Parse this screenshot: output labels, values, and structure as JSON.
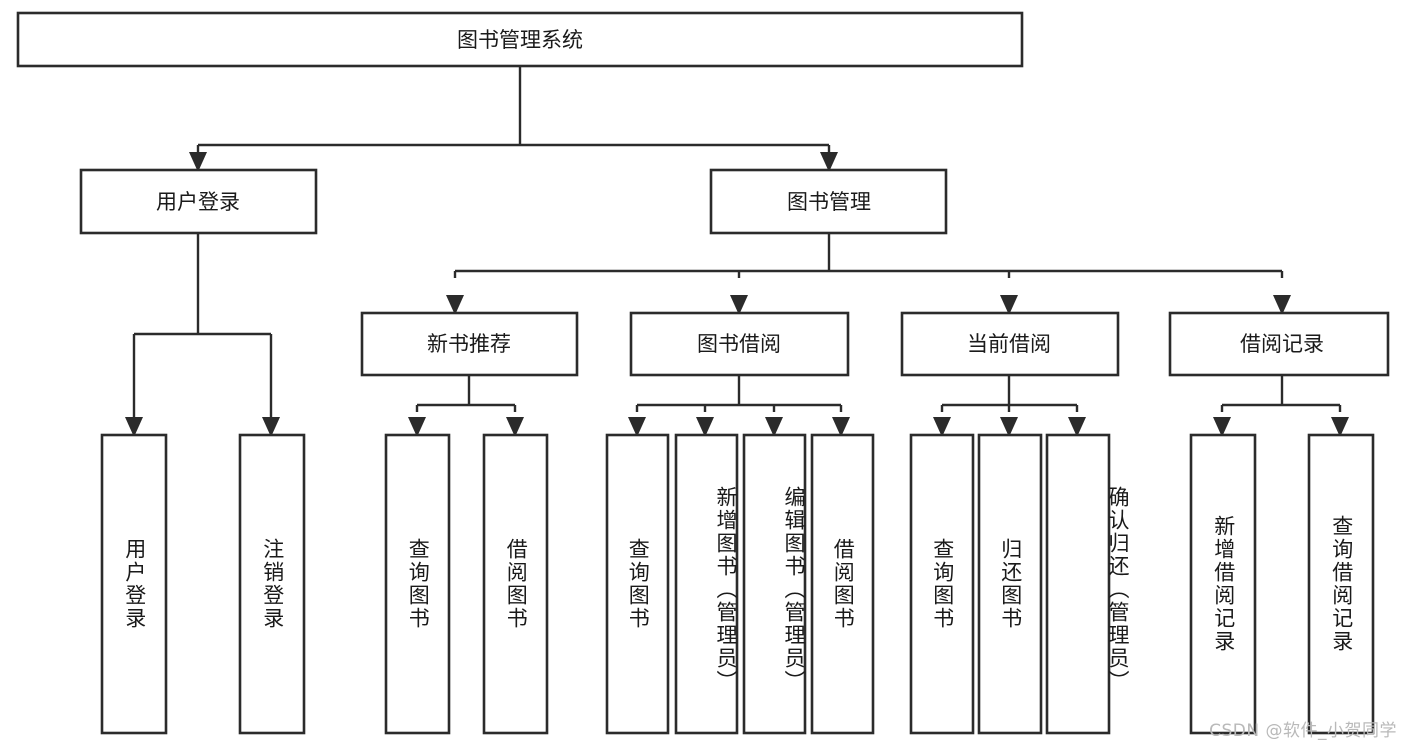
{
  "diagram": {
    "title": "图书管理系统",
    "type": "tree-hierarchy",
    "root": {
      "id": "root",
      "label": "图书管理系统",
      "orientation": "horizontal"
    },
    "level2": [
      {
        "id": "user-login",
        "label": "用户登录",
        "orientation": "horizontal"
      },
      {
        "id": "book-manage",
        "label": "图书管理",
        "orientation": "horizontal"
      }
    ],
    "level3": [
      {
        "id": "new-book-recommend",
        "label": "新书推荐",
        "orientation": "horizontal",
        "parent": "book-manage"
      },
      {
        "id": "book-borrow",
        "label": "图书借阅",
        "orientation": "horizontal",
        "parent": "book-manage"
      },
      {
        "id": "current-borrow",
        "label": "当前借阅",
        "orientation": "horizontal",
        "parent": "book-manage"
      },
      {
        "id": "borrow-record",
        "label": "借阅记录",
        "orientation": "horizontal",
        "parent": "book-manage"
      }
    ],
    "leaves": [
      {
        "id": "leaf-user-login",
        "label": "用户登录",
        "orientation": "vertical",
        "parent": "user-login",
        "align": "center"
      },
      {
        "id": "leaf-logout-login",
        "label": "注销登录",
        "orientation": "vertical",
        "parent": "user-login",
        "align": "center"
      },
      {
        "id": "leaf-query-book-1",
        "label": "查询图书",
        "orientation": "vertical",
        "parent": "new-book-recommend",
        "align": "center"
      },
      {
        "id": "leaf-borrow-book-1",
        "label": "借阅图书",
        "orientation": "vertical",
        "parent": "new-book-recommend",
        "align": "center"
      },
      {
        "id": "leaf-query-book-2",
        "label": "查询图书",
        "orientation": "vertical",
        "parent": "book-borrow",
        "align": "center"
      },
      {
        "id": "leaf-add-book-admin",
        "label": "新增图书（管理员）",
        "orientation": "vertical",
        "parent": "book-borrow",
        "align": "start"
      },
      {
        "id": "leaf-edit-book-admin",
        "label": "编辑图书（管理员）",
        "orientation": "vertical",
        "parent": "book-borrow",
        "align": "start"
      },
      {
        "id": "leaf-borrow-book-2",
        "label": "借阅图书",
        "orientation": "vertical",
        "parent": "book-borrow",
        "align": "center"
      },
      {
        "id": "leaf-query-book-3",
        "label": "查询图书",
        "orientation": "vertical",
        "parent": "current-borrow",
        "align": "center"
      },
      {
        "id": "leaf-return-book",
        "label": "归还图书",
        "orientation": "vertical",
        "parent": "current-borrow",
        "align": "center"
      },
      {
        "id": "leaf-confirm-return-admin",
        "label": "确认归还（管理员）",
        "orientation": "vertical",
        "parent": "current-borrow",
        "align": "start"
      },
      {
        "id": "leaf-add-borrow-record",
        "label": "新增借阅记录",
        "orientation": "vertical",
        "parent": "borrow-record",
        "align": "center"
      },
      {
        "id": "leaf-query-borrow-record",
        "label": "查询借阅记录",
        "orientation": "vertical",
        "parent": "borrow-record",
        "align": "center"
      }
    ]
  },
  "watermark": {
    "text": "CSDN @软件_小贺同学"
  },
  "colors": {
    "stroke": "#2b2b2b",
    "fill": "#ffffff",
    "text": "#1a1a1a",
    "watermark": "#b9b9b9"
  }
}
